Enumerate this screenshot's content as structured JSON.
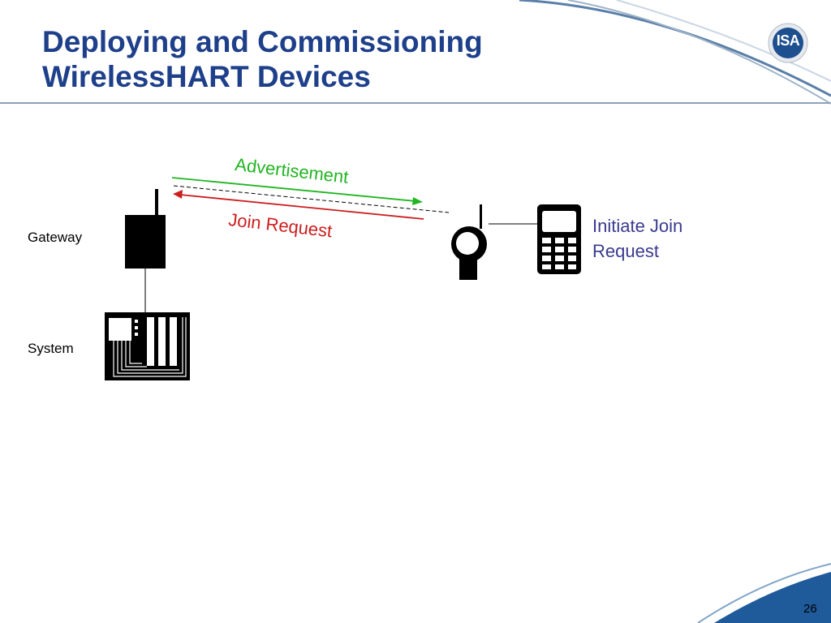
{
  "title": {
    "line1": "Deploying and Commissioning",
    "line2": "WirelessHART Devices"
  },
  "logo": {
    "text": "ISA"
  },
  "labels": {
    "gateway": "Gateway",
    "system": "System",
    "initiate_join": "Initiate Join Request"
  },
  "messages": {
    "advertisement": "Advertisement",
    "join_request": "Join Request"
  },
  "colors": {
    "title": "#1e3f8a",
    "advertisement": "#22b522",
    "join_request": "#cc1f1f",
    "initiate_join": "#3a3a8f"
  },
  "page_number": "26"
}
